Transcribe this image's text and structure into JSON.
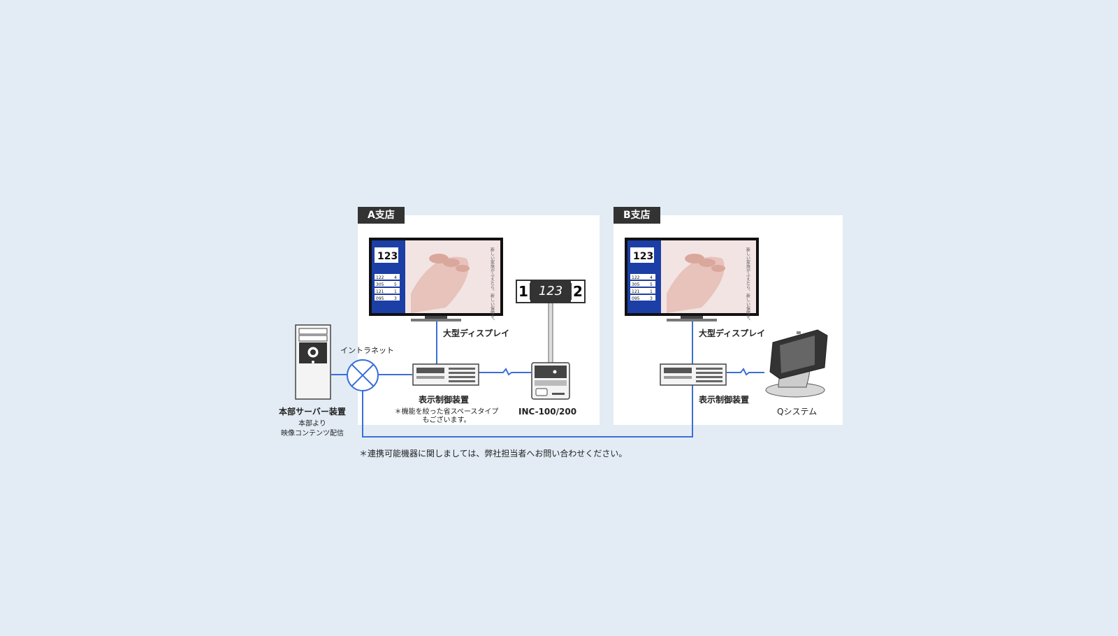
{
  "branch_a": {
    "tag": "A支店",
    "display_label": "大型ディスプレイ",
    "controller_label": "表示制御装置",
    "controller_note_1": "＊機能を絞った省スペースタイプ",
    "controller_note_2": "もございます。",
    "inc_label": "INC-100/200",
    "counter_left": "1",
    "counter_value": "123",
    "counter_right": "2"
  },
  "branch_b": {
    "tag": "B支店",
    "display_label": "大型ディスプレイ",
    "controller_label": "表示制御装置",
    "q_label": "Qシステム"
  },
  "screen": {
    "number": "123",
    "rows": [
      {
        "from": "122",
        "to": "4"
      },
      {
        "from": "305",
        "to": "5"
      },
      {
        "from": "121",
        "to": "1"
      },
      {
        "from": "095",
        "to": "3"
      }
    ],
    "ad_text": "新しい家族がふえたら、新しい保険を。"
  },
  "server": {
    "label": "本部サーバー装置",
    "sub_1": "本部より",
    "sub_2": "映像コンテンツ配信"
  },
  "network": {
    "label": "イントラネット"
  },
  "footnote": "＊連携可能機器に関しましては、弊社担当者へお問い合わせください。",
  "colors": {
    "line": "#3a6fd8",
    "background": "#e3ecf4",
    "tag": "#333333"
  }
}
